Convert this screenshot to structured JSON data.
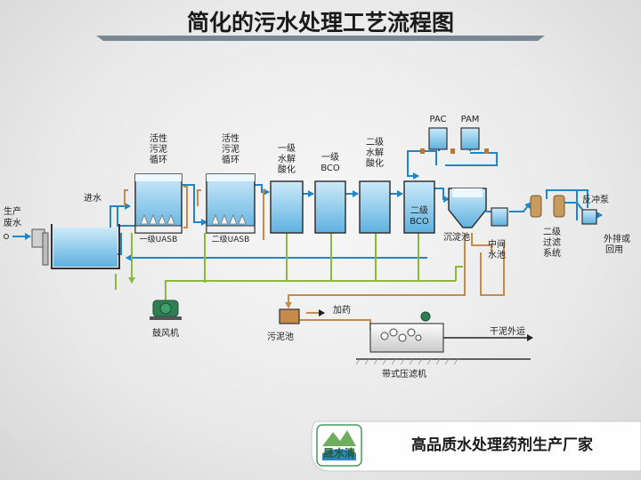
{
  "title": "简化的污水处理工艺流程图",
  "labels": {
    "raw_water": [
      "生产",
      "废水"
    ],
    "inlet": "进水",
    "activated_sludge_1": [
      "活性",
      "污泥",
      "循环"
    ],
    "activated_sludge_2": [
      "活性",
      "污泥",
      "循环"
    ],
    "uasb_1": "一级UASB",
    "uasb_2": "二级UASB",
    "hydrolysis_1": [
      "一级",
      "水解",
      "酸化"
    ],
    "bco_1": [
      "一级",
      "BCO"
    ],
    "hydrolysis_2": [
      "二级",
      "水解",
      "酸化"
    ],
    "bco_2": [
      "二级",
      "BCO"
    ],
    "pac": "PAC",
    "pam": "PAM",
    "settling": "沉淀池",
    "intermediate": [
      "中间",
      "水池"
    ],
    "filter": [
      "二级",
      "过滤",
      "系统"
    ],
    "backwash": "反冲泵",
    "discharge": [
      "外排或",
      "回用"
    ],
    "blower": "鼓风机",
    "sludge_tank": "污泥池",
    "dosing": "加药",
    "dry_sludge": "干泥外运",
    "belt_press": "带式压滤机"
  },
  "brand": {
    "logo_text": "晟水清",
    "slogan": "高品质水处理药剂生产厂家"
  },
  "colors": {
    "water": "#1f86c8",
    "air": "#8cb83c",
    "sludge": "#c68a4a",
    "tank_water": "#8fcdee"
  }
}
